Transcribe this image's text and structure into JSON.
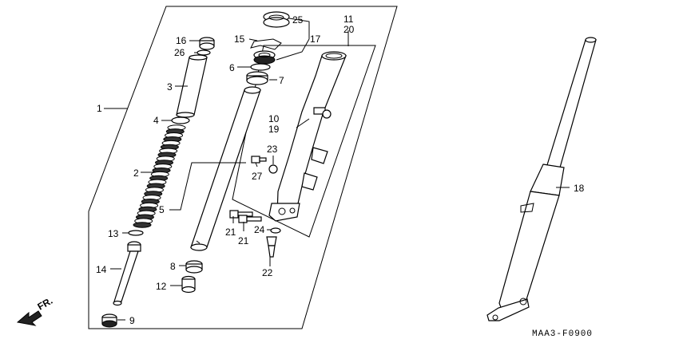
{
  "diagram": {
    "code": "MAA3-F0900",
    "front_marker": "FR.",
    "labels": {
      "p1": "1",
      "p2": "2",
      "p3": "3",
      "p4": "4",
      "p5": "5",
      "p6": "6",
      "p7": "7",
      "p8": "8",
      "p9": "9",
      "p10": "10",
      "p11": "11",
      "p12": "12",
      "p13": "13",
      "p14": "14",
      "p15": "15",
      "p16": "16",
      "p17": "17",
      "p18": "18",
      "p19": "19",
      "p20": "20",
      "p21a": "21",
      "p21b": "21",
      "p22": "22",
      "p23": "23",
      "p24": "24",
      "p25": "25",
      "p26": "26",
      "p27": "27"
    }
  }
}
